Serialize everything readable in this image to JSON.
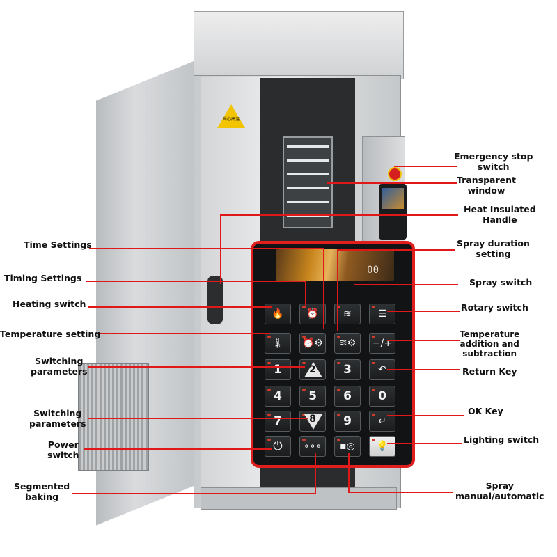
{
  "image_title": "",
  "oven": {
    "warning_label": "当心高温"
  },
  "display": {
    "readout": "00"
  },
  "keypad": {
    "digits": {
      "one": "1",
      "two": "2",
      "three": "3",
      "four": "4",
      "five": "5",
      "six": "6",
      "seven": "7",
      "eight": "8",
      "nine": "9",
      "zero": "0"
    },
    "icons": {
      "heating": "flame-icon",
      "timing": "alarm-clock-icon",
      "spray": "spray-icon",
      "rotary": "rotary-rack-icon",
      "temperature": "thermometer-icon",
      "time": "alarm-clock-gear-icon",
      "spray_duration": "spray-gear-icon",
      "add_subtract": "minus-plus-icon",
      "return": "return-arrow-icon",
      "ok": "enter-arrow-icon",
      "power": "power-icon",
      "segmented": "segments-icon",
      "spray_mode": "spray-mode-icon",
      "lighting": "bulb-icon"
    }
  },
  "labels": {
    "emergency_stop": "Emergency stop\nswitch",
    "transparent_window": "Transparent\nwindow",
    "heat_insulated_handle": "Heat Insulated\nHandle",
    "time_settings": "Time Settings",
    "spray_duration_setting": "Spray duration\nsetting",
    "timing_settings": "Timing Settings",
    "spray_switch": "Spray switch",
    "heating_switch": "Heating switch",
    "rotary_switch": "Rotary switch",
    "temperature_setting": "Temperature setting",
    "temperature_add_sub": "Temperature\naddition and\nsubtraction",
    "switching_parameters_1": "Switching\nparameters",
    "return_key": "Return Key",
    "switching_parameters_2": "Switching\nparameters",
    "ok_key": "OK Key",
    "power_switch": "Power\nswitch",
    "lighting_switch": "Lighting switch",
    "segmented_baking": "Segmented\nbaking",
    "spray_mode": "Spray\nmanual/automatic"
  },
  "colors": {
    "callout_red": "#e01818",
    "panel_border": "#e01e1e",
    "panel_bg": "#121314",
    "warning_yellow": "#f2c500",
    "emergency_red": "#d61f1f"
  }
}
